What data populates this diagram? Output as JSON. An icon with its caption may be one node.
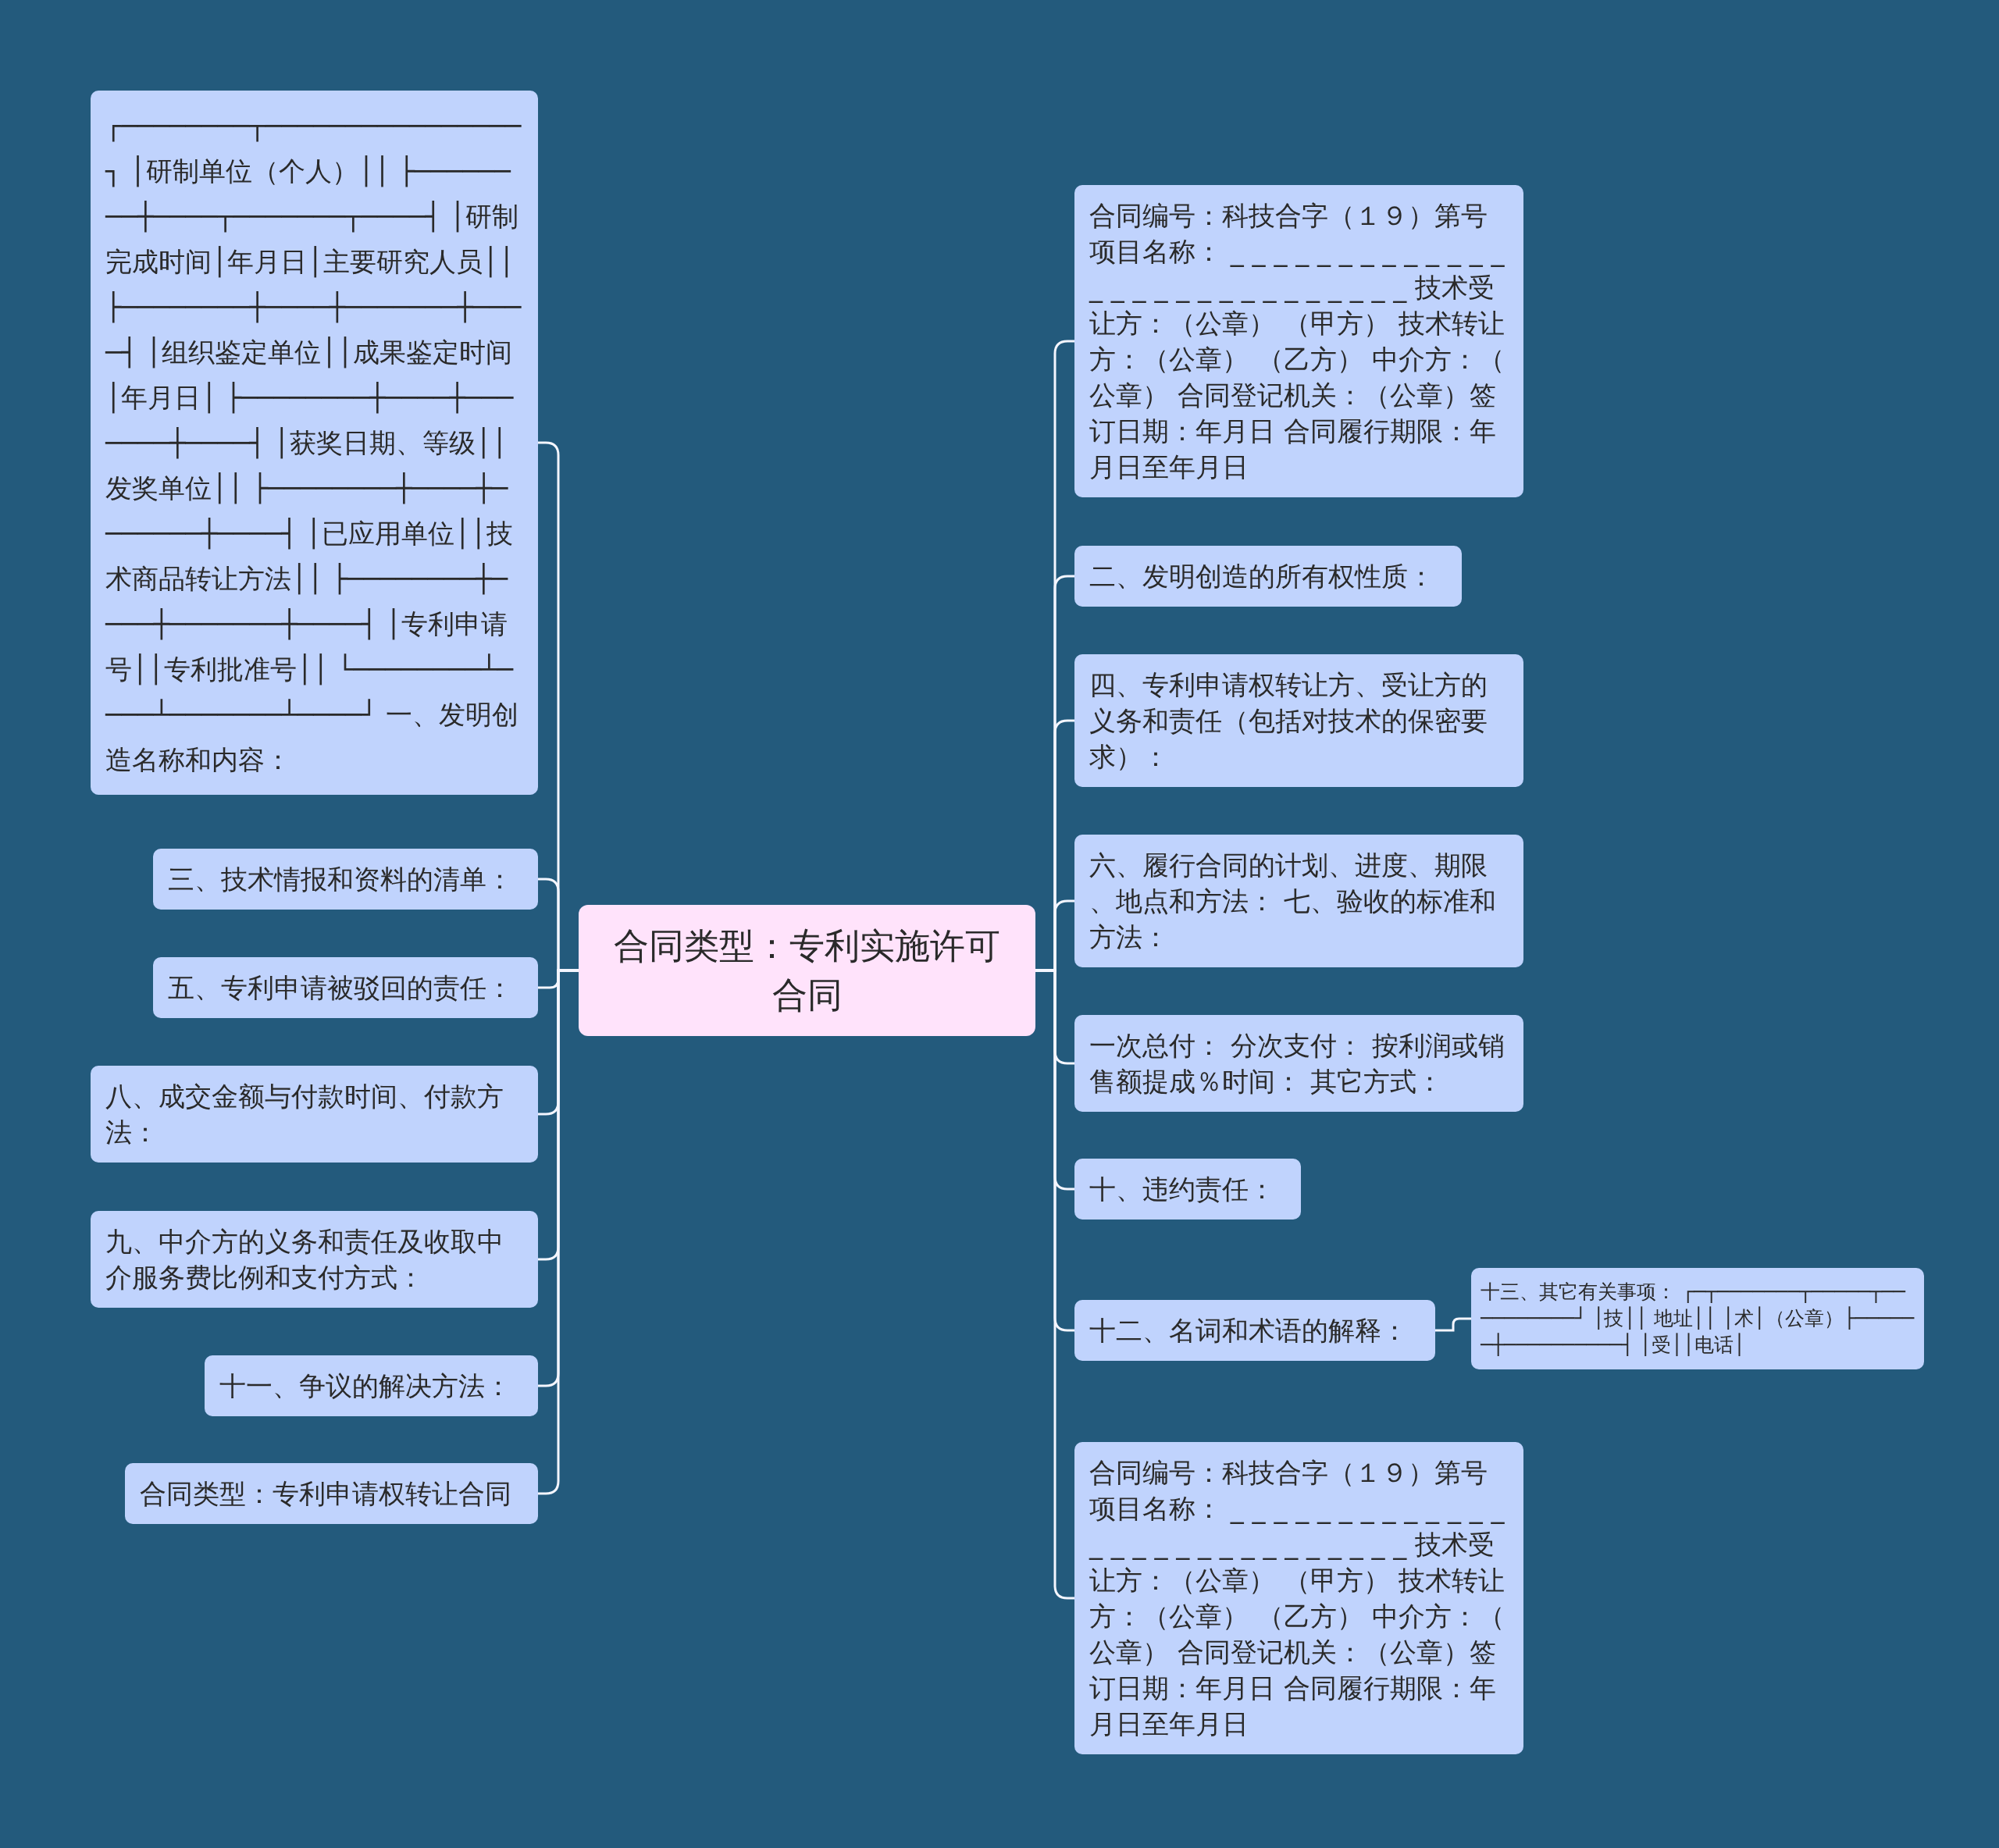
{
  "diagram": {
    "nodes": [
      {
        "text": [
          "合同类型：专利实施许可合同"
        ]
      },
      {
        "text": [
          "┌────────┬────────────────┐ │研制单位（个人）││ ├────────┼────┬───────┬────┤ │研制完成时间│年月日│主要研究人员││ ├────────┼────┼───────┼────┤ │组织鉴定单位││成果鉴定时间│年月日│ ├────────┼────┼───────┼────┤ │获奖日期、等级││发奖单位││ ├────────┼────┼───────┼────┤ │已应用单位││技术商品转让方法││ ├────────┼────┼───────┼────┤ │专利申请号││专利批准号││ └────────┴────┴───────┴────┘ 一、发明创造名称和内容："
        ]
      },
      {
        "text": [
          "三、技术情报和资料的清单："
        ]
      },
      {
        "text": [
          "五、专利申请被驳回的责任："
        ]
      },
      {
        "text": [
          "八、成交金额与付款时间、付款方法："
        ]
      },
      {
        "text": [
          "九、中介方的义务和责任及收取中介服务费比例和支付方式："
        ]
      },
      {
        "text": [
          "十一、争议的解决方法："
        ]
      },
      {
        "text": [
          "合同类型：专利申请权转让合同"
        ]
      },
      {
        "text": [
          "合同编号：科技合字（１９）第号项目名称： _ _ _ _ _ _ _ _ _ _ _ _ _ _ _ _ _ _ _ _ _ _ _ _ _ _ _ _ 技术受让方：（公章） （甲方） 技术转让方：（公章） （乙方） 中介方：（公章） 合同登记机关：（公章）签订日期：年月日 合同履行期限：年月日至年月日"
        ]
      },
      {
        "text": [
          "二、发明创造的所有权性质："
        ]
      },
      {
        "text": [
          "四、专利申请权转让方、受让方的义务和责任（包括对技术的保密要求）："
        ]
      },
      {
        "text": [
          "六、履行合同的计划、进度、期限、地点和方法： 七、验收的标准和方法："
        ]
      },
      {
        "text": [
          "一次总付： 分次支付： 按利润或销售额提成％时间： 其它方式："
        ]
      },
      {
        "text": [
          "十、违约责任："
        ]
      },
      {
        "text": [
          "十二、名词和术语的解释："
        ]
      },
      {
        "text": [
          "十三、其它有关事项： ┌─┬───────┬─────┬──────────┘ │技││ 地址││ │术│（公章）├──────┼──────────┤ │受││电话│"
        ]
      },
      {
        "text": [
          "合同编号：科技合字（１９）第号项目名称： _ _ _ _ _ _ _ _ _ _ _ _ _ _ _ _ _ _ _ _ _ _ _ _ _ _ _ _ 技术受让方：（公章） （甲方） 技术转让方：（公章） （乙方） 中介方：（公章） 合同登记机关：（公章）签订日期：年月日 合同履行期限：年月日至年月日"
        ]
      }
    ],
    "edges": [
      {
        "from": 0,
        "to": 1,
        "arrow": "none"
      },
      {
        "from": 0,
        "to": 2,
        "arrow": "none"
      },
      {
        "from": 0,
        "to": 3,
        "arrow": "none"
      },
      {
        "from": 0,
        "to": 4,
        "arrow": "none"
      },
      {
        "from": 0,
        "to": 5,
        "arrow": "none"
      },
      {
        "from": 0,
        "to": 6,
        "arrow": "none"
      },
      {
        "from": 0,
        "to": 7,
        "arrow": "none"
      },
      {
        "from": 0,
        "to": 8,
        "arrow": "none"
      },
      {
        "from": 0,
        "to": 9,
        "arrow": "none"
      },
      {
        "from": 0,
        "to": 10,
        "arrow": "none"
      },
      {
        "from": 0,
        "to": 11,
        "arrow": "none"
      },
      {
        "from": 0,
        "to": 12,
        "arrow": "none"
      },
      {
        "from": 0,
        "to": 13,
        "arrow": "none"
      },
      {
        "from": 0,
        "to": 14,
        "arrow": "none"
      },
      {
        "from": 0,
        "to": 16,
        "arrow": "none"
      },
      {
        "from": 14,
        "to": 15,
        "arrow": "none"
      }
    ]
  }
}
